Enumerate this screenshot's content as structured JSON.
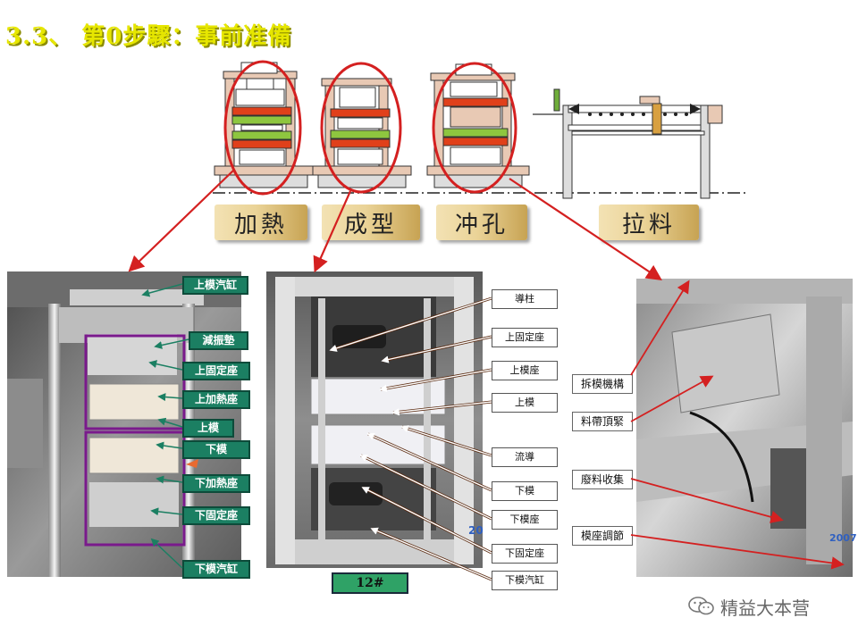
{
  "title": "3.3、 第0步驟：事前准備",
  "stages": [
    {
      "label": "加熱"
    },
    {
      "label": "成型"
    },
    {
      "label": "冲孔"
    },
    {
      "label": "拉料"
    }
  ],
  "left_photo": {
    "labels": [
      "上模汽缸",
      "減振墊",
      "上固定座",
      "上加熱座",
      "上模",
      "下模",
      "下加熱座",
      "下固定座",
      "下模汽缸"
    ]
  },
  "middle_photo": {
    "caption": "12#",
    "corner_text": "20",
    "labels": [
      "導柱",
      "上固定座",
      "上模座",
      "上模",
      "流導",
      "下模",
      "下模座",
      "下固定座",
      "下模汽缸"
    ]
  },
  "right_photo": {
    "corner_text": "2007",
    "labels": [
      "拆模機構",
      "料帶頂緊",
      "廢料收集",
      "模座調節"
    ]
  },
  "watermark": {
    "text": "精益大本营",
    "icon": "wechat-icon"
  },
  "colors": {
    "title": "#e6e600",
    "ellipse": "#d42020",
    "arrow": "#d42020",
    "green_label": "#1b7f62",
    "purple_frame": "#7a1a8c",
    "heater_green": "#8ec63f",
    "die_red": "#e0401a"
  }
}
